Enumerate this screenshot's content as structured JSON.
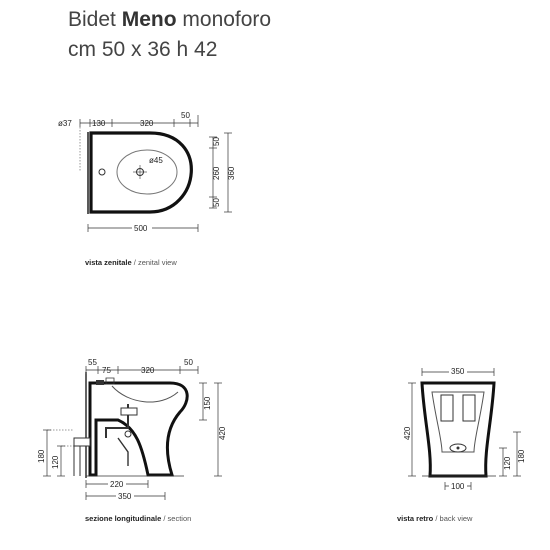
{
  "header": {
    "title_prefix": "Bidet",
    "title_bold": "Meno",
    "title_suffix": "monoforo",
    "subtitle": "cm 50 x 36 h 42"
  },
  "top_view": {
    "caption_bold": "vista zenitale",
    "caption_light": "/ zenital view",
    "dims": {
      "d37": "ø37",
      "d130": "130",
      "d320": "320",
      "d50a": "50",
      "d45": "ø45",
      "d50b": "50",
      "d260": "260",
      "d360": "360",
      "d50c": "50",
      "d500": "500"
    }
  },
  "section_view": {
    "caption_bold": "sezione longitudinale",
    "caption_light": "/ section",
    "dims": {
      "d55": "55",
      "d75": "75",
      "d320": "320",
      "d50": "50",
      "d150": "150",
      "d420": "420",
      "d180": "180",
      "d120": "120",
      "d220": "220",
      "d350": "350"
    }
  },
  "back_view": {
    "caption_bold": "vista retro",
    "caption_light": "/ back view",
    "dims": {
      "d350": "350",
      "d420": "420",
      "d120": "120",
      "d180": "180",
      "d100": "100"
    }
  }
}
